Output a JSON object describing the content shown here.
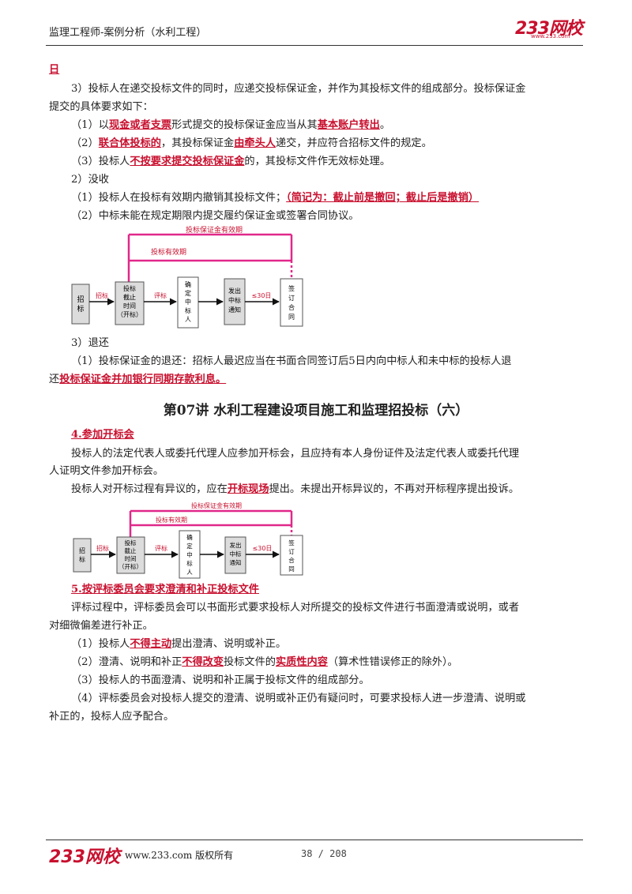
{
  "header": {
    "title": "监理工程师-案例分析（水利工程）",
    "logo": "233网校",
    "logo_sub": "www.233.com"
  },
  "lines": {
    "l0": "日",
    "l1": "3）投标人在递交投标文件的同时，应递交投标保证金，并作为其投标文件的组成部分。投标保证金",
    "l2": "提交的具体要求如下：",
    "l3a": "（1）以",
    "l3b": "现金或者支票",
    "l3c": "形式提交的投标保证金应当从其",
    "l3d": "基本账户转出",
    "l3e": "。",
    "l4a": "（2）",
    "l4b": "联合体投标的",
    "l4c": "，其投标保证金",
    "l4d": "由牵头人",
    "l4e": "递交，并应符合招标文件的规定。",
    "l5a": "（3）投标人",
    "l5b": "不按要求提交投标保证金",
    "l5c": "的，其投标文件作无效标处理。",
    "l6": "2）没收",
    "l7a": "（1）投标人在投标有效期内撤销其投标文件；",
    "l7b": "（简记为：截止前是撤回；截止后是撤销）",
    "l8": "（2）中标未能在规定期限内提交履约保证金或签署合同协议。",
    "l9": "3）退还",
    "l10": "（1）投标保证金的退还：招标人最迟应当在书面合同签订后5日内向中标人和未中标的投标人退",
    "l11a": "还",
    "l11b": "投标保证金并加银行同期存款利息。",
    "section_title": "第07讲  水利工程建设项目施工和监理招投标（六）",
    "h4": "4.参加开标会",
    "p4a": "投标人的法定代表人或委托代理人应参加开标会，且应持有本人身份证件及法定代表人或委托代理",
    "p4b": "人证明文件参加开标会。",
    "p4c1": "投标人对开标过程有异议的，应在",
    "p4c2": "开标现场",
    "p4c3": "提出。未提出开标异议的，不再对开标程序提出投诉。",
    "h5": "5.按评标委员会要求澄清和补正投标文件",
    "p5a": "评标过程中，评标委员会可以书面形式要求投标人对所提交的投标文件进行书面澄清或说明，或者",
    "p5b": "对细微偏差进行补正。",
    "p5c1": "（1）投标人",
    "p5c2": "不得主动",
    "p5c3": "提出澄清、说明或补正。",
    "p5d1": "（2）澄清、说明和补正",
    "p5d2": "不得改变",
    "p5d3": "投标文件的",
    "p5d4": "实质性内容",
    "p5d5": "（算术性错误修正的除外）。",
    "p5e": "（3）投标人的书面澄清、说明和补正属于投标文件的组成部分。",
    "p5f": "（4）评标委员会对投标人提交的澄清、说明或补正仍有疑问时，可要求投标人进一步澄清、说明或",
    "p5g": "补正的，投标人应予配合。"
  },
  "diagram": {
    "bond_validity": "投标保证金有效期",
    "bid_validity": "投标有效期",
    "box1": [
      "招",
      "标"
    ],
    "arrow1": "招标",
    "box2": [
      "投标",
      "截止",
      "时间",
      "（开标）"
    ],
    "arrow2": "评标",
    "box3": [
      "确",
      "定",
      "中",
      "标",
      "人"
    ],
    "box4": [
      "发出",
      "中标",
      "通知"
    ],
    "arrow4": "≤30日",
    "box5": [
      "签",
      "订",
      "合",
      "同"
    ]
  },
  "footer": {
    "logo": "233网校",
    "site": "www.233.com 版权所有",
    "page": "38 / 208"
  },
  "colors": {
    "accent": "#c8102e",
    "magenta": "#e0288a",
    "box_fill": "#dcdcdc"
  }
}
